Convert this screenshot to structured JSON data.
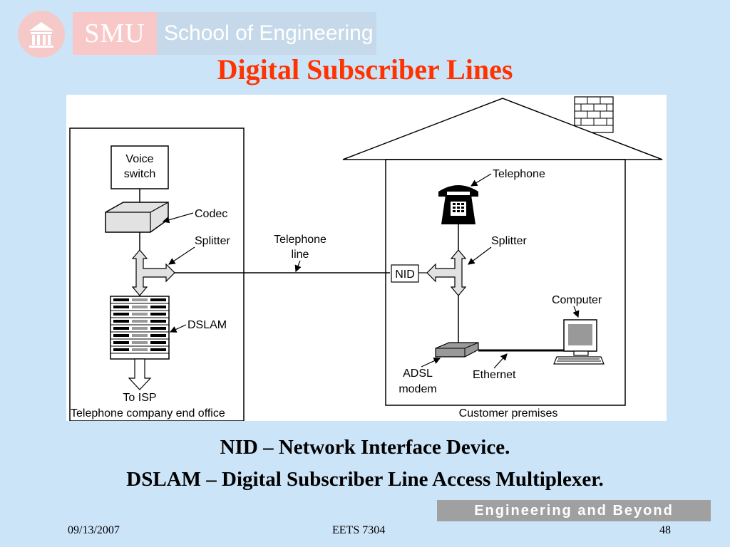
{
  "header": {
    "logo_icon": "university-seal-icon",
    "smu": "SMU",
    "school": "School of Engineering"
  },
  "title": "Digital Subscriber Lines",
  "diagram": {
    "office_caption": "Telephone company end office",
    "voice_switch": [
      "Voice",
      "switch"
    ],
    "codec": "Codec",
    "splitter_left": "Splitter",
    "telephone_line": [
      "Telephone",
      "line"
    ],
    "dslam": "DSLAM",
    "to_isp": "To ISP",
    "customer_caption": "Customer premises",
    "telephone": "Telephone",
    "splitter_right": "Splitter",
    "nid": "NID",
    "computer": "Computer",
    "adsl_modem": [
      "ADSL",
      "modem"
    ],
    "ethernet": "Ethernet"
  },
  "notes": [
    "NID – Network Interface Device.",
    "DSLAM – Digital Subscriber Line Access Multiplexer."
  ],
  "tagline": "Engineering and Beyond",
  "footer": {
    "date": "09/13/2007",
    "course": "EETS 7304",
    "page": "48"
  }
}
